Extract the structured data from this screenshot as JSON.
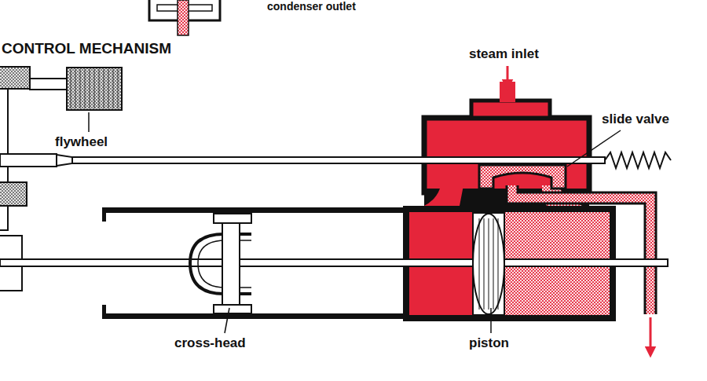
{
  "diagram": {
    "labels": [
      "condenser outlet",
      "CONTROL MECHANISM",
      "steam inlet",
      "flywheel",
      "slide valve",
      "cross-head",
      "piston"
    ]
  }
}
